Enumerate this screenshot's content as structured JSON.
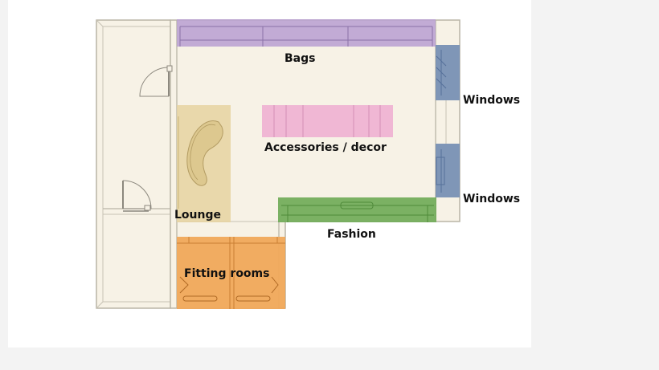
{
  "diagram": {
    "zones": [
      {
        "id": "bags",
        "label": "Bags",
        "color": "#b89fd1"
      },
      {
        "id": "accessories",
        "label": "Accessories / decor",
        "color": "#eeb0d2"
      },
      {
        "id": "lounge",
        "label": "Lounge",
        "color": "#e6d3a0"
      },
      {
        "id": "fitting",
        "label": "Fitting rooms",
        "color": "#f0a85a"
      },
      {
        "id": "fashion",
        "label": "Fashion",
        "color": "#74ad5c"
      },
      {
        "id": "windows_top",
        "label": "Windows",
        "color": "#7890b4"
      },
      {
        "id": "windows_bottom",
        "label": "Windows",
        "color": "#7890b4"
      }
    ],
    "colors": {
      "floor": "#f7f2e6",
      "wall": "#b9b4a6"
    }
  }
}
